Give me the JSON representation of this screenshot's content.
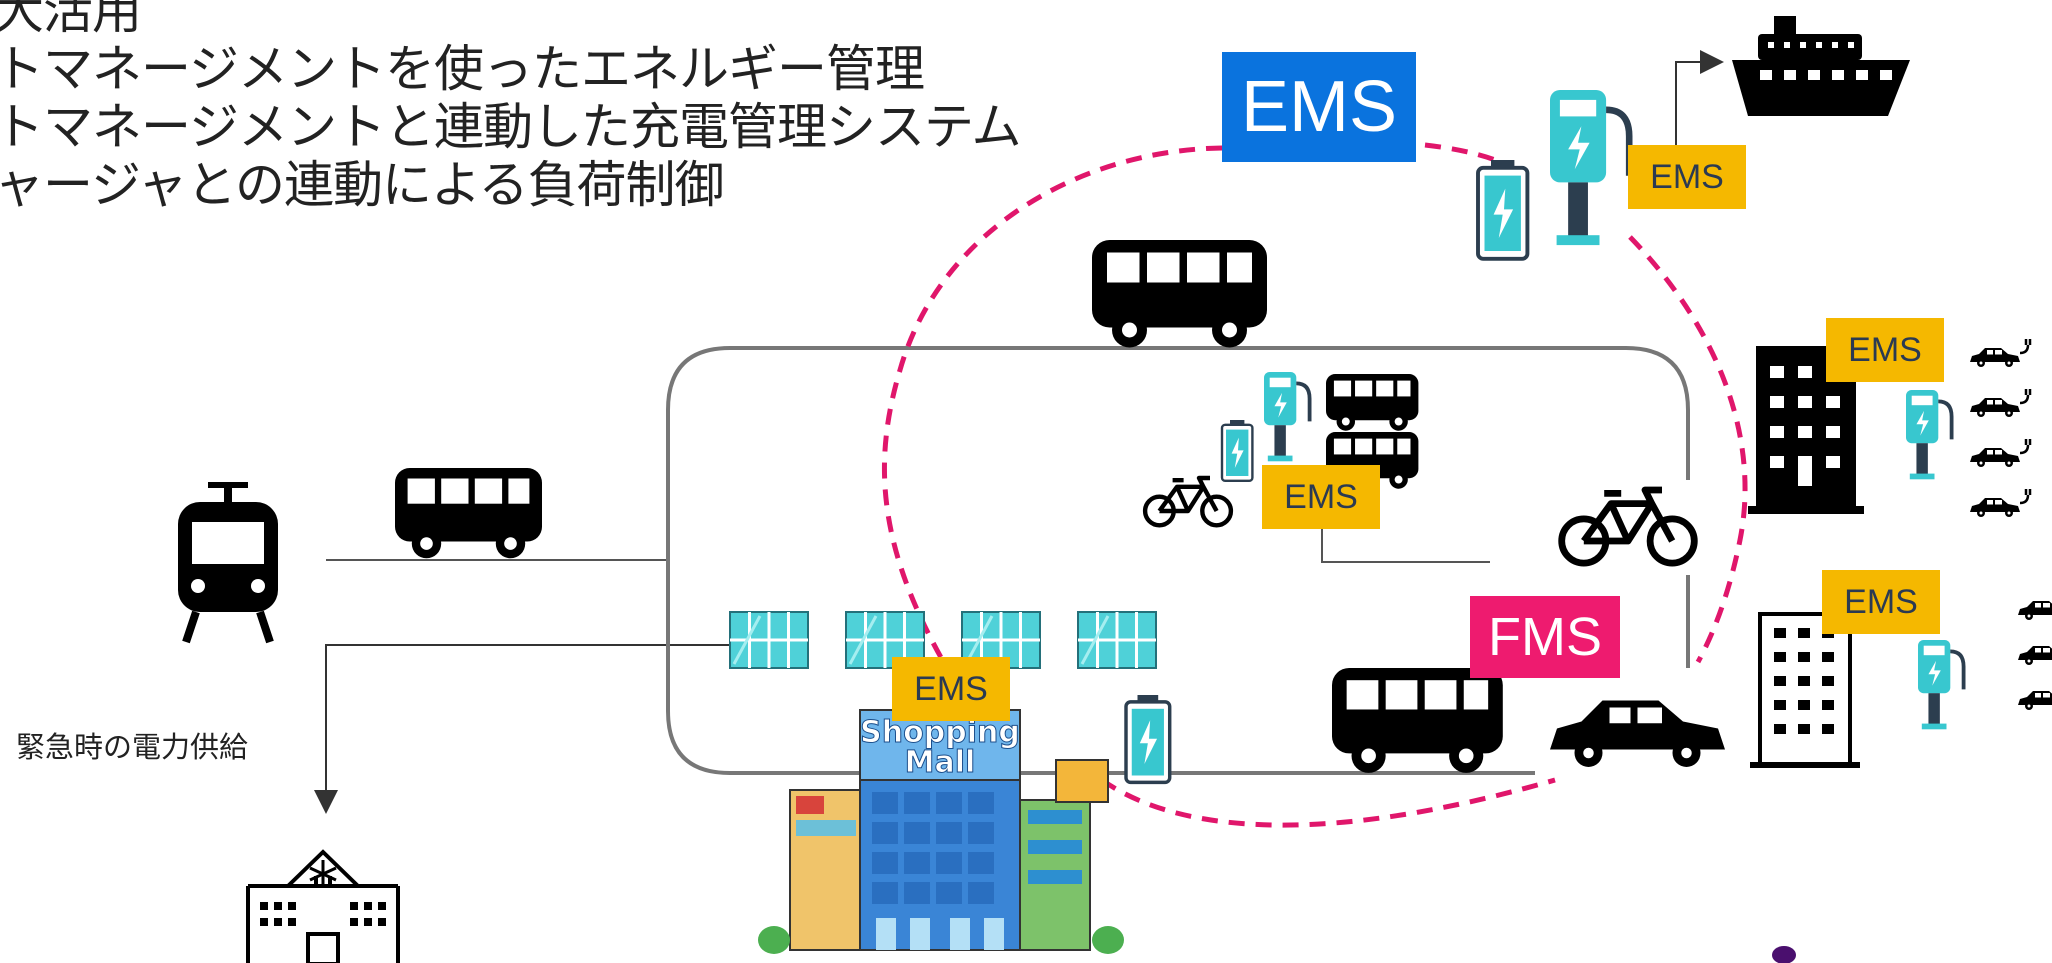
{
  "bullets": [
    "大活用",
    "トマネージメントを使ったエネルギー管理",
    "トマネージメントと連動した充電管理システム",
    "ャージャとの連動による負荷制御"
  ],
  "labels": {
    "ems_main": "EMS",
    "ems_ship": "EMS",
    "ems_inner": "EMS",
    "ems_mall": "EMS",
    "ems_building1": "EMS",
    "ems_building2": "EMS",
    "fms": "FMS"
  },
  "captions": {
    "emergency_power": "緊急時の電力供給"
  },
  "mall_sign": [
    "Shopping",
    "Mall"
  ],
  "colors": {
    "ems_yellow": "#f5b800",
    "ems_blue": "#0a73de",
    "fms_pink": "#ee1b6f",
    "dashed_circle": "#e0166b",
    "charger_teal": "#38c7cf",
    "solar_teal": "#4fd1d8",
    "icon_black": "#000000",
    "route_gray": "#777777"
  },
  "icons": [
    "ship-icon",
    "bus-icon",
    "tram-icon",
    "bicycle-icon",
    "car-icon",
    "ev-charger-icon",
    "battery-icon",
    "office-building-icon",
    "hospital-icon",
    "solar-panel-icon",
    "shopping-mall-icon"
  ]
}
